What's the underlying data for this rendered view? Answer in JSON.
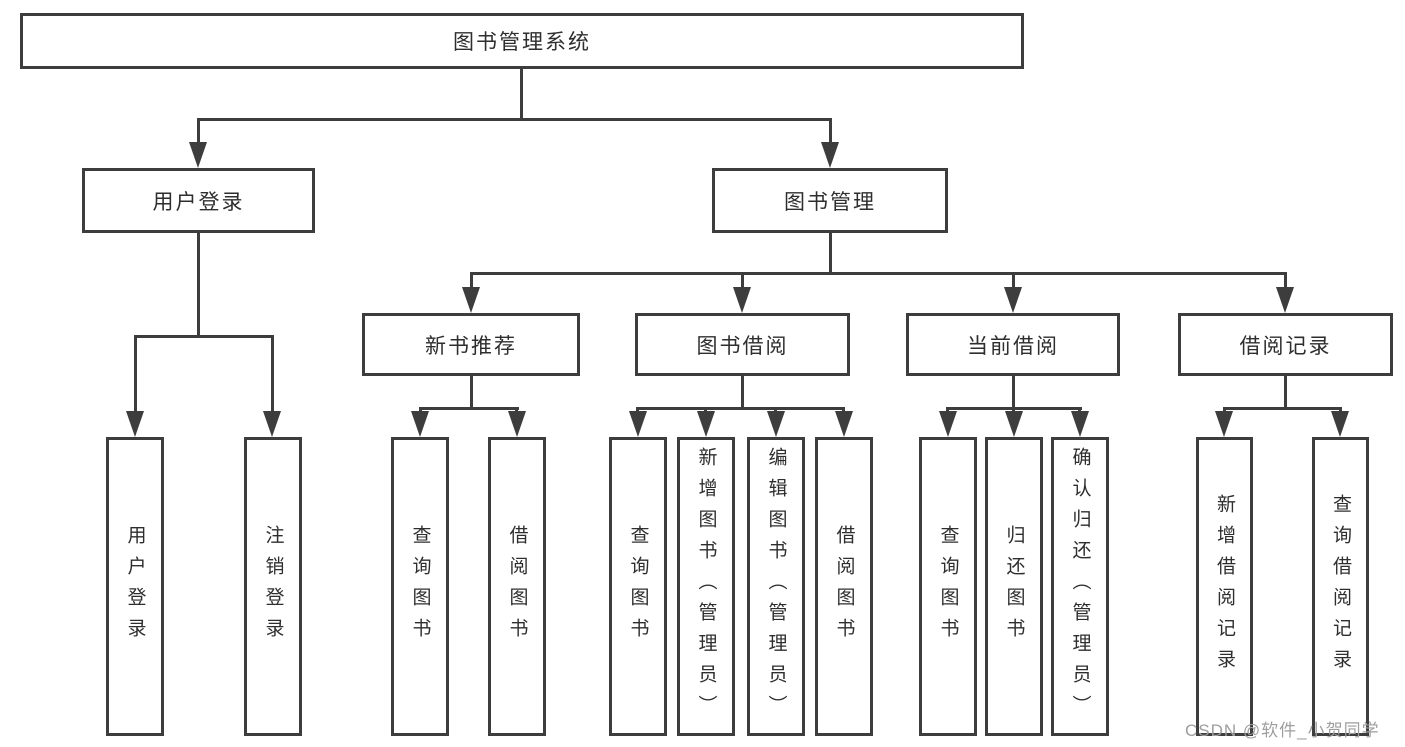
{
  "tree": {
    "root": {
      "label": "图书管理系统"
    },
    "children": [
      {
        "label": "用户登录",
        "children": [
          {
            "label": "用户登录"
          },
          {
            "label": "注销登录"
          }
        ]
      },
      {
        "label": "图书管理",
        "children": [
          {
            "label": "新书推荐",
            "children": [
              {
                "label": "查询图书"
              },
              {
                "label": "借阅图书"
              }
            ]
          },
          {
            "label": "图书借阅",
            "children": [
              {
                "label": "查询图书"
              },
              {
                "label": "新增图书（管理员）"
              },
              {
                "label": "编辑图书（管理员）"
              },
              {
                "label": "借阅图书"
              }
            ]
          },
          {
            "label": "当前借阅",
            "children": [
              {
                "label": "查询图书"
              },
              {
                "label": "归还图书"
              },
              {
                "label": "确认归还（管理员）"
              }
            ]
          },
          {
            "label": "借阅记录",
            "children": [
              {
                "label": "新增借阅记录"
              },
              {
                "label": "查询借阅记录"
              }
            ]
          }
        ]
      }
    ]
  },
  "watermark": {
    "text": "CSDN @软件_小贺同学"
  },
  "colors": {
    "line": "#3d3d3d",
    "text": "#2e2e2e",
    "watermark": "#9e9e9e",
    "background": "#ffffff"
  }
}
